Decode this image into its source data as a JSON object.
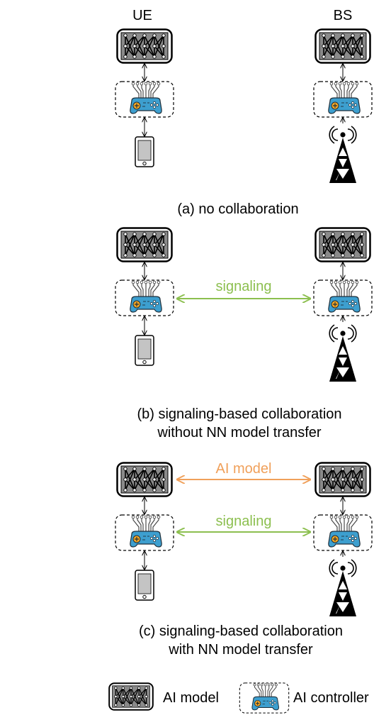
{
  "headers": {
    "ue": "UE",
    "bs": "BS"
  },
  "panels": [
    {
      "caption": [
        "(a) no collaboration"
      ]
    },
    {
      "caption": [
        "(b) signaling-based collaboration",
        "without NN model transfer"
      ],
      "link_label": "signaling"
    },
    {
      "caption": [
        "(c) signaling-based collaboration",
        "with NN model transfer"
      ],
      "model_link_label": "AI model",
      "signal_link_label": "signaling"
    }
  ],
  "legend": {
    "model_label": "AI model",
    "controller_label": "AI controller"
  },
  "colors": {
    "signaling": "#8cbf4f",
    "ai_model": "#f0a05a",
    "controller_body": "#3d9fcf",
    "orange_dot": "#f5a623"
  }
}
